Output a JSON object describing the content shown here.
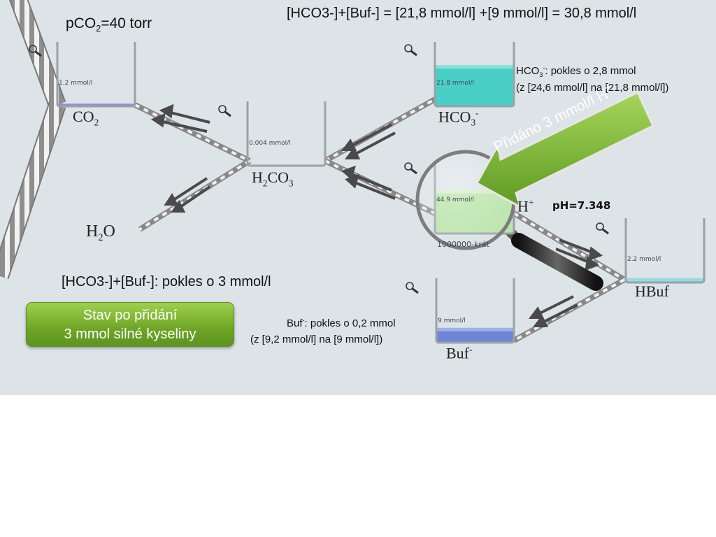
{
  "header": {
    "equation": "[HCO3-]+[Buf-] = [21,8 mmol/l] +[9 mmol/l] = 30,8 mmol/l",
    "pco2": {
      "prefix": "pCO",
      "sub": "2",
      "suffix": "=40 torr"
    }
  },
  "containers": {
    "co2": {
      "reading": "1.2 mmol/l",
      "level_fraction": 0.04,
      "color": "#4f53c8"
    },
    "h2co3": {
      "reading": "0.004 mmol/l",
      "level_fraction": 0.0,
      "color": "#9aa3ad"
    },
    "hco3": {
      "reading": "21.8 mmol/l",
      "level_fraction": 0.64,
      "color": "#49cfc6"
    },
    "h": {
      "reading": "44.9 mmol/l",
      "level_fraction": 0.6,
      "color": "#b8e6a4"
    },
    "hbuf": {
      "reading": "2.2 mmol/l",
      "level_fraction": 0.07,
      "color": "#5fc7cf"
    },
    "buf": {
      "reading": "9 mmol/l",
      "level_fraction": 0.23,
      "color": "#6f86d6"
    }
  },
  "species": {
    "co2": {
      "base": "CO",
      "sub": "2"
    },
    "h2co3": {
      "a": "H",
      "sub1": "2",
      "b": "CO",
      "sub2": "3"
    },
    "hco3": {
      "base": "HCO",
      "sub": "3",
      "sup": "-"
    },
    "h": {
      "base": "H",
      "sup": "+"
    },
    "h2o": {
      "a": "H",
      "sub": "2",
      "b": "O"
    },
    "hbuf": {
      "base": "HBuf"
    },
    "buf": {
      "base": "Buf",
      "sup": "-"
    }
  },
  "notes": {
    "hco3_line1_a": "HCO",
    "hco3_line1_sub": "3",
    "hco3_line1_sup": "-",
    "hco3_line1_b": ": pokles o 2,8 mmol",
    "hco3_line2": "(z [24,6 mmol/l] na [21,8 mmol/l])",
    "buf_line1_a": "Buf",
    "buf_line1_sup": "-",
    "buf_line1_b": ": pokles o 0,2 mmol",
    "buf_line2": "(z [9,2 mmol/l] na [9 mmol/l])",
    "sum_drop": "[HCO3-]+[Buf-]: pokles o 3 mmol/l",
    "ph": "pH=7.348",
    "magnification": "1000000-krát",
    "added_acid": "Přidáno 3 mmol/l H",
    "added_acid_sup": "+"
  },
  "button": {
    "line1": "Stav po přidání",
    "line2": "3 mmol silné kyseliny"
  }
}
